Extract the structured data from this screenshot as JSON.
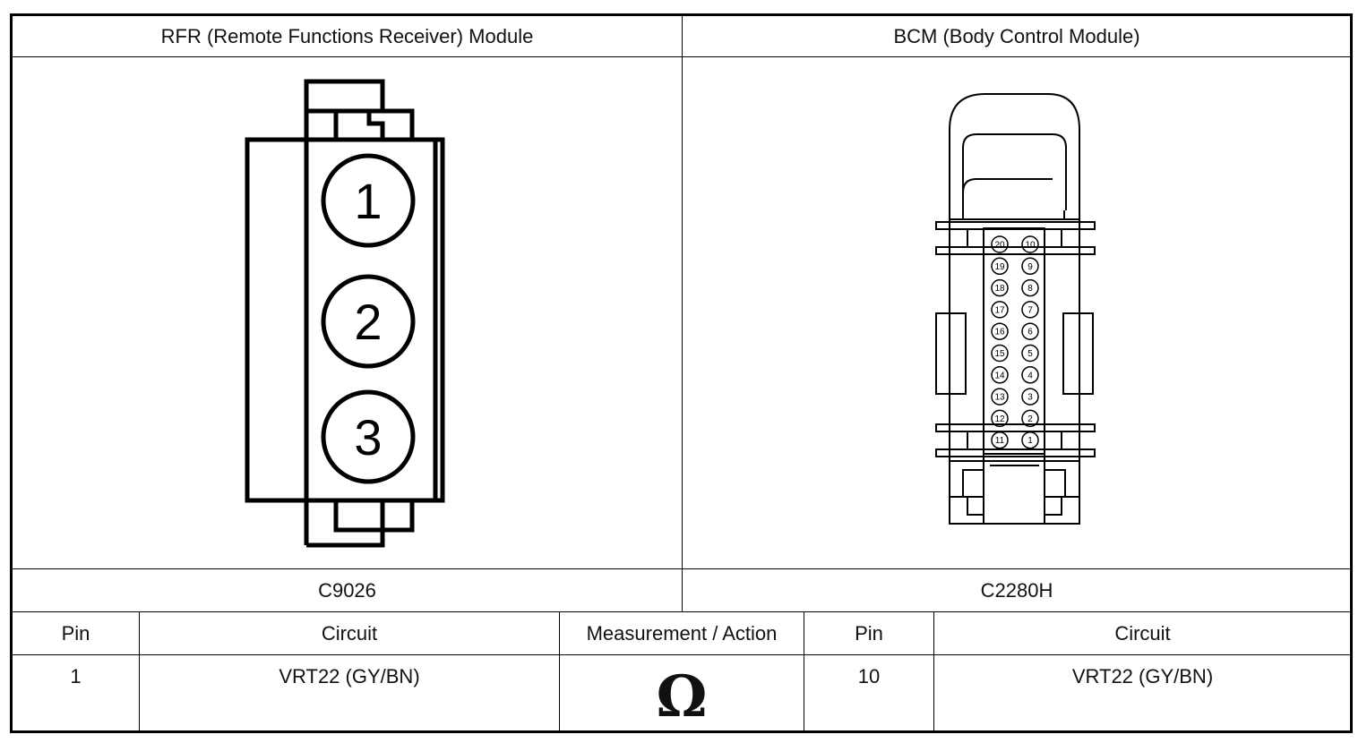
{
  "left_module": {
    "title": "RFR (Remote Functions Receiver) Module",
    "connector": "C9026",
    "pins": [
      "1",
      "2",
      "3"
    ]
  },
  "right_module": {
    "title": "BCM (Body Control Module)",
    "connector": "C2280H",
    "pins_left": [
      "20",
      "19",
      "18",
      "17",
      "16",
      "15",
      "14",
      "13",
      "12",
      "11"
    ],
    "pins_right": [
      "10",
      "9",
      "8",
      "7",
      "6",
      "5",
      "4",
      "3",
      "2",
      "1"
    ]
  },
  "table": {
    "headers": {
      "pin_a": "Pin",
      "circuit_a": "Circuit",
      "measurement": "Measurement / Action",
      "pin_b": "Pin",
      "circuit_b": "Circuit"
    },
    "row": {
      "pin_a": "1",
      "circuit_a": "VRT22 (GY/BN)",
      "measurement_symbol": "Ω",
      "measurement_meaning": "ohm-icon",
      "pin_b": "10",
      "circuit_b": "VRT22 (GY/BN)"
    }
  }
}
